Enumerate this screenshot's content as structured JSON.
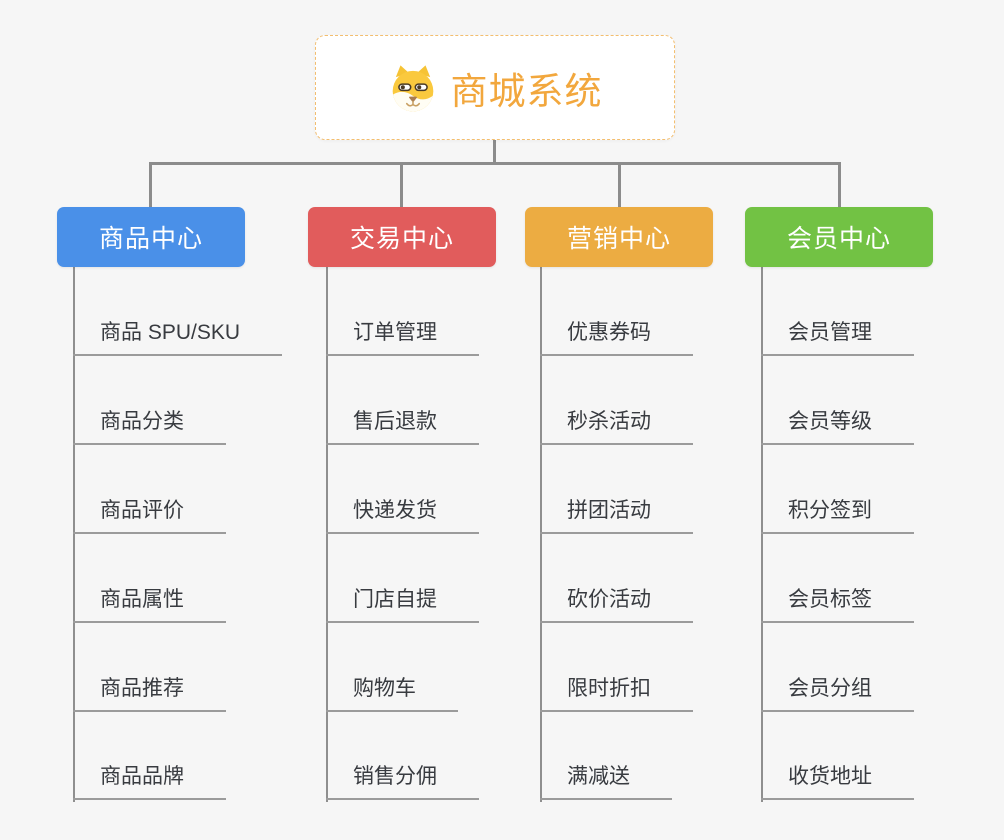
{
  "root": {
    "title": "商城系统",
    "icon": "dog-face-icon",
    "title_color": "#f2a73d",
    "border_color": "#f3be6f"
  },
  "connector_color": "#8c8c8c",
  "branches": [
    {
      "label": "商品中心",
      "color": "#4a90e8",
      "children": [
        "商品 SPU/SKU",
        "商品分类",
        "商品评价",
        "商品属性",
        "商品推荐",
        "商品品牌"
      ]
    },
    {
      "label": "交易中心",
      "color": "#e15c5c",
      "children": [
        "订单管理",
        "售后退款",
        "快递发货",
        "门店自提",
        "购物车",
        "销售分佣"
      ]
    },
    {
      "label": "营销中心",
      "color": "#ecac42",
      "children": [
        "优惠券码",
        "秒杀活动",
        "拼团活动",
        "砍价活动",
        "限时折扣",
        "满减送"
      ]
    },
    {
      "label": "会员中心",
      "color": "#72c244",
      "children": [
        "会员管理",
        "会员等级",
        "积分签到",
        "会员标签",
        "会员分组",
        "收货地址"
      ]
    }
  ]
}
